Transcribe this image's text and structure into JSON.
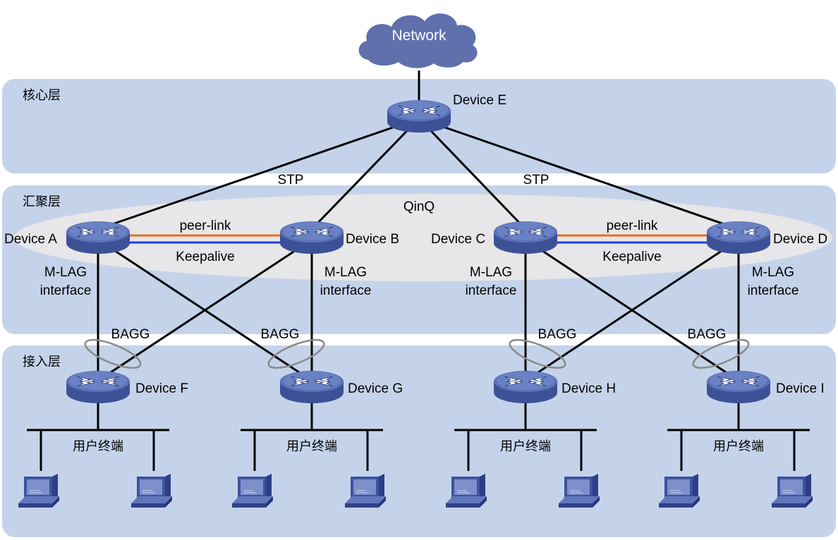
{
  "cloud": {
    "label": "Network"
  },
  "layers": {
    "core": {
      "label": "核心层"
    },
    "aggregation": {
      "label": "汇聚层"
    },
    "access": {
      "label": "接入层"
    }
  },
  "qinq_label": "QinQ",
  "stp_labels": [
    "STP",
    "STP"
  ],
  "devices": {
    "a": "Device A",
    "b": "Device B",
    "c": "Device C",
    "d": "Device D",
    "e": "Device E",
    "f": "Device F",
    "g": "Device G",
    "h": "Device H",
    "i": "Device I"
  },
  "peer_link_label": "peer-link",
  "keepalive_label": "Keepalive",
  "mlag": {
    "line1": "M-LAG",
    "line2": "interface"
  },
  "bagg_label": "BAGG",
  "user_terminal_label": "用户终端",
  "colors": {
    "layer_band": "#c5d3ea",
    "qinq_ellipse": "#e7e6e8",
    "switch_body": "#4d64a8",
    "cloud": "#5f70ad",
    "peer_link": "#e36f1e",
    "keepalive": "#1f3fd6",
    "pc": "#3d53a0"
  }
}
